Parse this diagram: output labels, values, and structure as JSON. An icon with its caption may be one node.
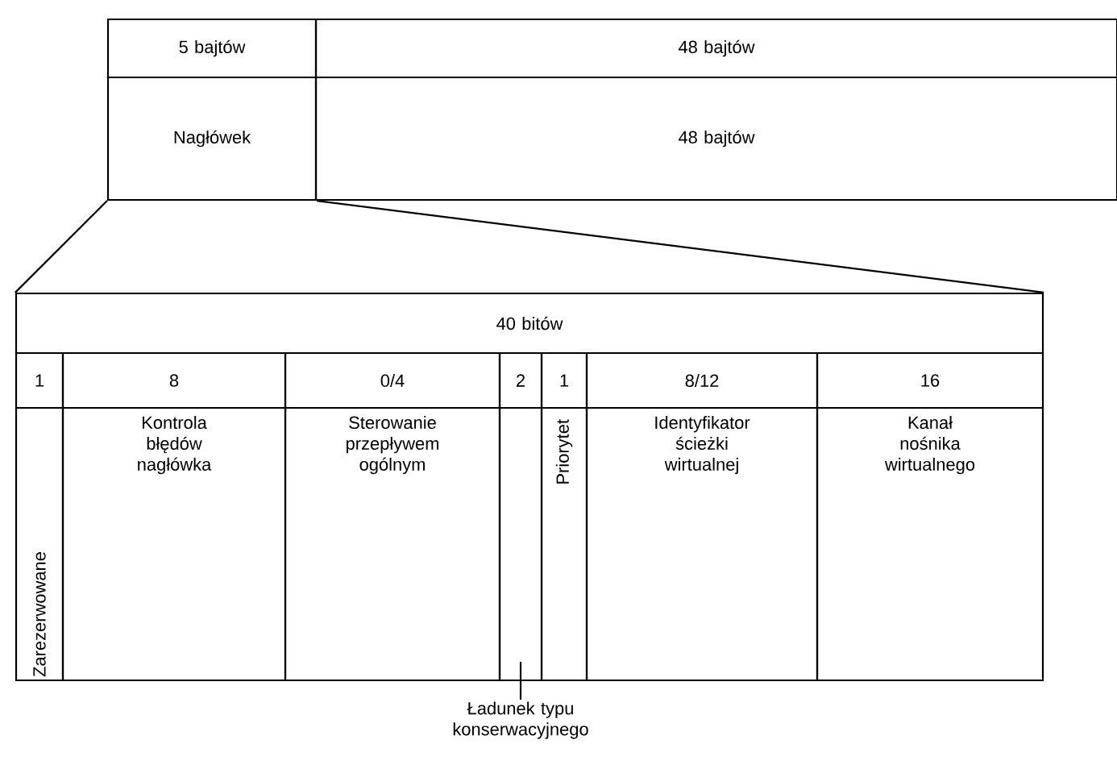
{
  "diagram": {
    "nodes": [
      {
        "text": [
          "5 bajtów"
        ]
      },
      {
        "text": [
          "48 bajtów"
        ]
      },
      {
        "text": [
          "Nagłówek"
        ]
      },
      {
        "text": [
          "48 bajtów"
        ]
      },
      {
        "text": [
          "40 bitów"
        ]
      },
      {
        "text": [
          "1"
        ]
      },
      {
        "text": [
          "8"
        ]
      },
      {
        "text": [
          "0/4"
        ]
      },
      {
        "text": [
          "2"
        ]
      },
      {
        "text": [
          "1"
        ]
      },
      {
        "text": [
          "8/12"
        ]
      },
      {
        "text": [
          "16"
        ]
      },
      {
        "text": [
          "Zarezerwowane"
        ]
      },
      {
        "text": [
          "Kontrola błędów nagłówka"
        ]
      },
      {
        "text": [
          "Sterowanie przepływem ogólnym"
        ]
      },
      {
        "text": [],
        "shape": "box"
      },
      {
        "text": [
          "Priorytet"
        ]
      },
      {
        "text": [
          "Identyfikator ścieżki wirtualnej"
        ]
      },
      {
        "text": [
          "Kanał nośnika wirtualnego"
        ]
      },
      {
        "text": [
          "Ładunek typu konserwacyjnego"
        ]
      }
    ],
    "edges": [
      {
        "from": 2,
        "to": 4,
        "arrow": "none"
      },
      {
        "from": 2,
        "to": 4,
        "arrow": "none"
      },
      {
        "from": 19,
        "to": 15,
        "arrow": "none"
      }
    ]
  }
}
